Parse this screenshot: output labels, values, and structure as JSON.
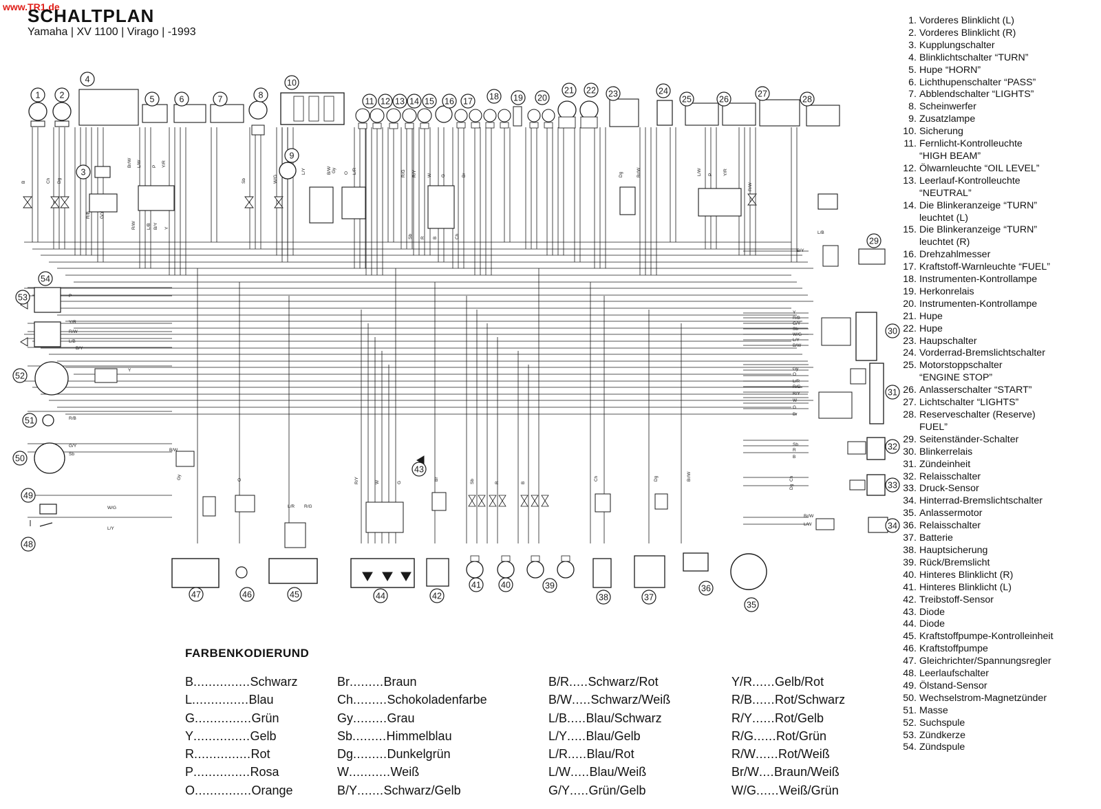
{
  "header": {
    "site": "www.TR1.de",
    "title": "SCHALTPLAN",
    "subtitle": "Yamaha | XV 1100 | Virago | -1993"
  },
  "parts_list": [
    {
      "num": "1.",
      "label": "Vorderes Blinklicht (L)"
    },
    {
      "num": "2.",
      "label": "Vorderes Blinklicht (R)"
    },
    {
      "num": "3.",
      "label": "Kupplungschalter"
    },
    {
      "num": "4.",
      "label": "Blinklichtschalter “TURN”"
    },
    {
      "num": "5.",
      "label": "Hupe “HORN”"
    },
    {
      "num": "6.",
      "label": "Lichthupenschalter “PASS”"
    },
    {
      "num": "7.",
      "label": "Abblendschalter “LIGHTS”"
    },
    {
      "num": "8.",
      "label": "Scheinwerfer"
    },
    {
      "num": "9.",
      "label": "Zusatzlampe"
    },
    {
      "num": "10.",
      "label": "Sicherung"
    },
    {
      "num": "11.",
      "label": "Fernlicht-Kontrolleuchte"
    },
    {
      "num": "",
      "label": "“HIGH BEAM”"
    },
    {
      "num": "12.",
      "label": "Ölwarnleuchte “OIL LEVEL”"
    },
    {
      "num": "13.",
      "label": "Leerlauf-Kontrolleuchte"
    },
    {
      "num": "",
      "label": "“NEUTRAL”"
    },
    {
      "num": "14.",
      "label": "Die Blinkeranzeige “TURN”"
    },
    {
      "num": "",
      "label": "leuchtet (L)"
    },
    {
      "num": "15.",
      "label": "Die Blinkeranzeige “TURN”"
    },
    {
      "num": "",
      "label": "leuchtet (R)"
    },
    {
      "num": "16.",
      "label": "Drehzahlmesser"
    },
    {
      "num": "17.",
      "label": "Kraftstoff-Warnleuchte “FUEL”"
    },
    {
      "num": "18.",
      "label": "Instrumenten-Kontrollampe"
    },
    {
      "num": "19.",
      "label": "Herkonrelais"
    },
    {
      "num": "20.",
      "label": "Instrumenten-Kontrollampe"
    },
    {
      "num": "21.",
      "label": "Hupe"
    },
    {
      "num": "22.",
      "label": "Hupe"
    },
    {
      "num": "23.",
      "label": "Haupschalter"
    },
    {
      "num": "24.",
      "label": "Vorderrad-Bremslichtschalter"
    },
    {
      "num": "25.",
      "label": "Motorstoppschalter"
    },
    {
      "num": "",
      "label": "“ENGINE STOP”"
    },
    {
      "num": "26.",
      "label": "Anlasserschalter “START”"
    },
    {
      "num": "27.",
      "label": "Lichtschalter “LIGHTS”"
    },
    {
      "num": "28.",
      "label": "Reserveschalter (Reserve)"
    },
    {
      "num": "",
      "label": "FUEL”"
    },
    {
      "num": "29.",
      "label": "Seitenständer-Schalter"
    },
    {
      "num": "30.",
      "label": "Blinkerrelais"
    },
    {
      "num": "31.",
      "label": "Zündeinheit"
    },
    {
      "num": "32.",
      "label": "Relaisschalter"
    },
    {
      "num": "33.",
      "label": "Druck-Sensor"
    },
    {
      "num": "34.",
      "label": "Hinterrad-Bremslichtschalter"
    },
    {
      "num": "35.",
      "label": "Anlassermotor"
    },
    {
      "num": "36.",
      "label": "Relaisschalter"
    },
    {
      "num": "37.",
      "label": "Batterie"
    },
    {
      "num": "38.",
      "label": "Hauptsicherung"
    },
    {
      "num": "39.",
      "label": "Rück/Bremslicht"
    },
    {
      "num": "40.",
      "label": "Hinteres Blinklicht (R)"
    },
    {
      "num": "41.",
      "label": "Hinteres Blinklicht (L)"
    },
    {
      "num": "42.",
      "label": "Treibstoff-Sensor"
    },
    {
      "num": "43.",
      "label": "Diode"
    },
    {
      "num": "44.",
      "label": "Diode"
    },
    {
      "num": "45.",
      "label": "Kraftstoffpumpe-Kontrolleinheit"
    },
    {
      "num": "46.",
      "label": "Kraftstoffpumpe"
    },
    {
      "num": "47.",
      "label": "Gleichrichter/Spannungsregler"
    },
    {
      "num": "48.",
      "label": "Leerlaufschalter"
    },
    {
      "num": "49.",
      "label": "Ölstand-Sensor"
    },
    {
      "num": "50.",
      "label": "Wechselstrom-Magnetzünder"
    },
    {
      "num": "51.",
      "label": "Masse"
    },
    {
      "num": "52.",
      "label": "Suchspule"
    },
    {
      "num": "53.",
      "label": "Zündkerze"
    },
    {
      "num": "54.",
      "label": "Zündspule"
    }
  ],
  "legend": {
    "title": "FARBENKODIERUND",
    "columns": [
      [
        {
          "code": "B",
          "name": "Schwarz"
        },
        {
          "code": "L",
          "name": "Blau"
        },
        {
          "code": "G",
          "name": "Grün"
        },
        {
          "code": "Y",
          "name": "Gelb"
        },
        {
          "code": "R",
          "name": "Rot"
        },
        {
          "code": "P",
          "name": "Rosa"
        },
        {
          "code": "O",
          "name": "Orange"
        }
      ],
      [
        {
          "code": "Br",
          "name": "Braun"
        },
        {
          "code": "Ch",
          "name": "Schokoladenfarbe"
        },
        {
          "code": "Gy",
          "name": "Grau"
        },
        {
          "code": "Sb",
          "name": "Himmelblau"
        },
        {
          "code": "Dg",
          "name": "Dunkelgrün"
        },
        {
          "code": "W",
          "name": "Weiß"
        },
        {
          "code": "B/Y",
          "name": "Schwarz/Gelb"
        }
      ],
      [
        {
          "code": "B/R",
          "name": "Schwarz/Rot"
        },
        {
          "code": "B/W",
          "name": "Schwarz/Weiß"
        },
        {
          "code": "L/B",
          "name": "Blau/Schwarz"
        },
        {
          "code": "L/Y",
          "name": "Blau/Gelb"
        },
        {
          "code": "L/R",
          "name": "Blau/Rot"
        },
        {
          "code": "L/W",
          "name": "Blau/Weiß"
        },
        {
          "code": "G/Y",
          "name": "Grün/Gelb"
        }
      ],
      [
        {
          "code": "Y/R",
          "name": "Gelb/Rot"
        },
        {
          "code": "R/B",
          "name": "Rot/Schwarz"
        },
        {
          "code": "R/Y",
          "name": "Rot/Gelb"
        },
        {
          "code": "R/G",
          "name": "Rot/Grün"
        },
        {
          "code": "R/W",
          "name": "Rot/Weiß"
        },
        {
          "code": "Br/W",
          "name": "Braun/Weiß"
        },
        {
          "code": "W/G",
          "name": "Weiß/Grün"
        }
      ]
    ]
  },
  "diagram": {
    "component_numbers_top": [
      "1",
      "2",
      "3",
      "4",
      "5",
      "6",
      "7",
      "8",
      "9",
      "10",
      "11",
      "12",
      "13",
      "14",
      "15",
      "16",
      "17",
      "18",
      "19",
      "20",
      "21",
      "22",
      "23",
      "24",
      "25",
      "26",
      "27",
      "28"
    ],
    "component_numbers_right": [
      "29",
      "30",
      "31",
      "32",
      "33",
      "34"
    ],
    "component_numbers_bottom": [
      "35",
      "36",
      "37",
      "38",
      "39",
      "40",
      "41",
      "42",
      "43",
      "44",
      "45",
      "46",
      "47",
      "48"
    ],
    "component_numbers_left": [
      "49",
      "50",
      "51",
      "52",
      "53",
      "54"
    ],
    "wire_labels": [
      "B",
      "Ch",
      "Dg",
      "Br/W",
      "L/W",
      "P",
      "Y/R",
      "R/W",
      "L/B",
      "B/Y",
      "Y",
      "R/B",
      "G/Y",
      "Sb",
      "W/G",
      "L/Y",
      "B/W",
      "Gy",
      "O",
      "L/R",
      "R/G",
      "R/Y",
      "W",
      "G",
      "Br",
      "Sb",
      "R"
    ],
    "colors": {
      "ink": "#1a1a1a",
      "site_red": "#e0201a",
      "background": "#ffffff"
    }
  }
}
